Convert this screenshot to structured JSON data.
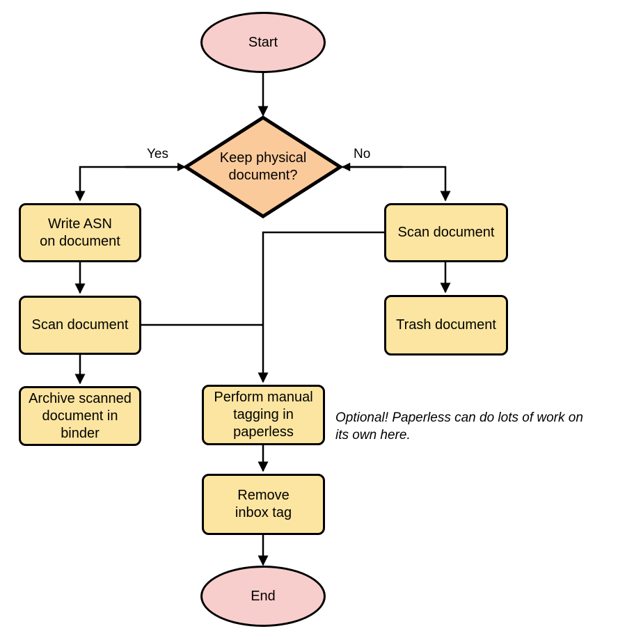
{
  "diagram": {
    "title": "Paperless document workflow flowchart",
    "background_color": "#ffffff",
    "colors": {
      "terminator_fill": "#F8CECC",
      "process_fill": "#FCE5A0",
      "decision_fill": "#FBCA9B",
      "stroke": "#000000"
    },
    "nodes": [
      {
        "id": "start",
        "type": "terminator",
        "label": "Start"
      },
      {
        "id": "keep",
        "type": "decision",
        "label_line1": "Keep physical",
        "label_line2": "document?"
      },
      {
        "id": "write",
        "type": "process",
        "label_line1": "Write ASN",
        "label_line2": "on document"
      },
      {
        "id": "scanL",
        "type": "process",
        "label_line1": "Scan document"
      },
      {
        "id": "archive",
        "type": "process",
        "label_line1": "Archive scanned",
        "label_line2": "document in",
        "label_line3": "binder"
      },
      {
        "id": "scanR",
        "type": "process",
        "label_line1": "Scan document"
      },
      {
        "id": "trash",
        "type": "process",
        "label_line1": "Trash document"
      },
      {
        "id": "tagging",
        "type": "process",
        "label_line1": "Perform manual",
        "label_line2": "tagging in",
        "label_line3": "paperless"
      },
      {
        "id": "remove",
        "type": "process",
        "label_line1": "Remove",
        "label_line2": "inbox tag"
      },
      {
        "id": "end",
        "type": "terminator",
        "label": "End"
      }
    ],
    "edge_labels": {
      "yes": "Yes",
      "no": "No"
    },
    "notes": {
      "optional_line1": "Optional! Paperless can do lots of work on",
      "optional_line2": "its own here."
    }
  }
}
